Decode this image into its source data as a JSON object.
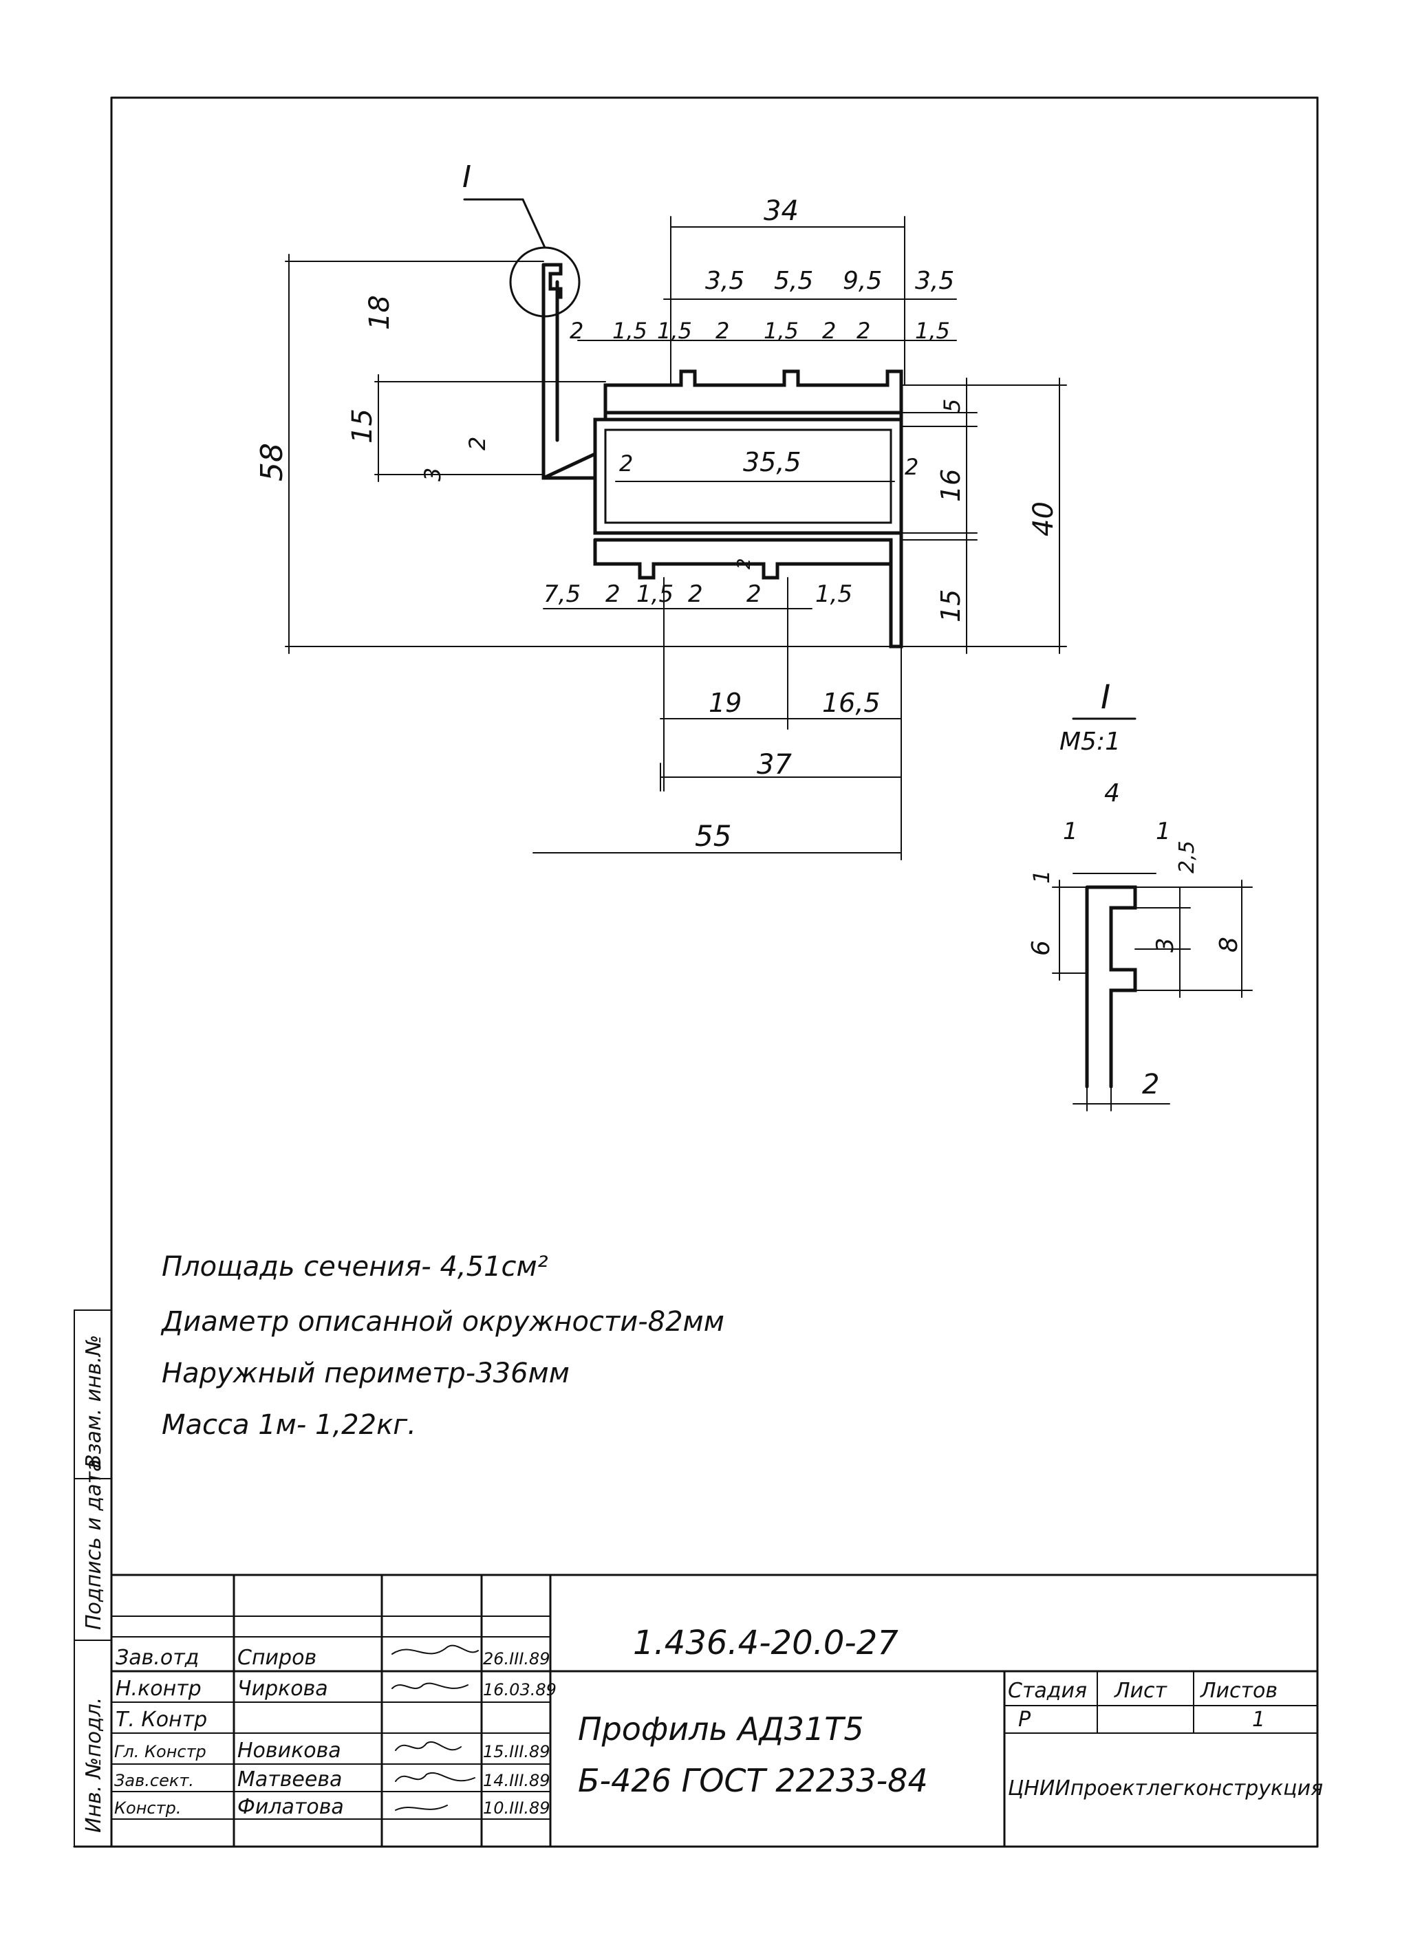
{
  "drawing": {
    "section_mark": "I",
    "detail_title": "I",
    "detail_scale": "M5:1",
    "dims_main": [
      "34",
      "3,5",
      "5,5",
      "9,5",
      "3,5",
      "2",
      "1,5",
      "1,5",
      "2",
      "1,5",
      "2",
      "2",
      "1,5",
      "18",
      "58",
      "15",
      "2",
      "3",
      "2",
      "35,5",
      "2",
      "16",
      "5",
      "40",
      "15",
      "7,5",
      "2",
      "1,5",
      "2",
      "2",
      "2",
      "1,5",
      "19",
      "16,5",
      "37",
      "55"
    ],
    "dims_detail": [
      "4",
      "1",
      "1",
      "2,5",
      "1",
      "6",
      "3",
      "8",
      "2"
    ]
  },
  "notes": [
    "Площадь сечения- 4,51см²",
    "Диаметр описанной окружности-82мм",
    "Наружный периметр-336мм",
    "Масса 1м- 1,22кг."
  ],
  "side_stamp": [
    "Инв. №подл.",
    "Подпись и дата",
    "Взам. инв.№"
  ],
  "title_block": {
    "code": "1.436.4-20.0-27",
    "title_line1": "Профиль АД31Т5",
    "title_line2": "Б-426 ГОСТ 22233-84",
    "stage_label": "Стадия",
    "sheet_label": "Лист",
    "sheets_label": "Листов",
    "stage": "Р",
    "sheet": "",
    "sheets": "1",
    "org": "ЦНИИпроектлегконструкция",
    "people": [
      {
        "role": "Зав.отд",
        "name": "Спиров",
        "date": "26.III.89"
      },
      {
        "role": "Н.контр",
        "name": "Чиркова",
        "date": "16.03.89"
      },
      {
        "role": "Т. Контр",
        "name": "",
        "date": ""
      },
      {
        "role": "Гл. Констр",
        "name": "Новикова",
        "date": "15.III.89"
      },
      {
        "role": "Зав.сект.",
        "name": "Матвеева",
        "date": "14.III.89"
      },
      {
        "role": "Констр.",
        "name": "Филатова",
        "date": "10.III.89"
      }
    ]
  }
}
